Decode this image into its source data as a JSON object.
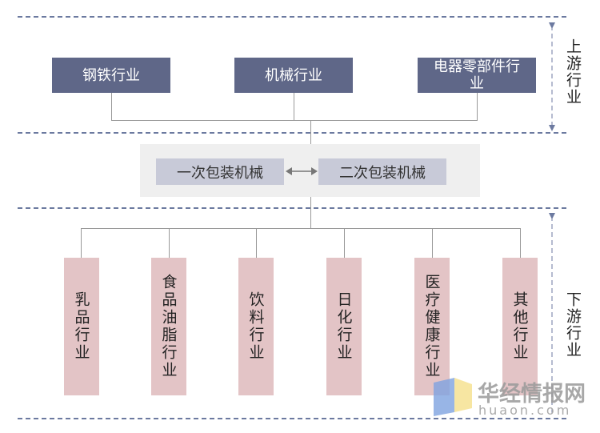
{
  "upstream": {
    "label": "上游行业",
    "items": [
      "钢铁行业",
      "机械行业",
      "电器零部件行业"
    ]
  },
  "midstream": {
    "items": [
      "一次包装机械",
      "二次包装机械"
    ]
  },
  "downstream": {
    "label": "下游行业",
    "items": [
      "乳品行业",
      "食品油脂行业",
      "饮料行业",
      "日化行业",
      "医疗健康行业",
      "其他行业"
    ]
  },
  "watermark": {
    "name": "华经情报网",
    "url": "huaon.com"
  },
  "colors": {
    "upstream_box": "#5f6788",
    "mid_box": "#c8cad8",
    "mid_panel": "#efefef",
    "downstream_box": "#e3c4c6",
    "dash": "#6c7aa0"
  }
}
